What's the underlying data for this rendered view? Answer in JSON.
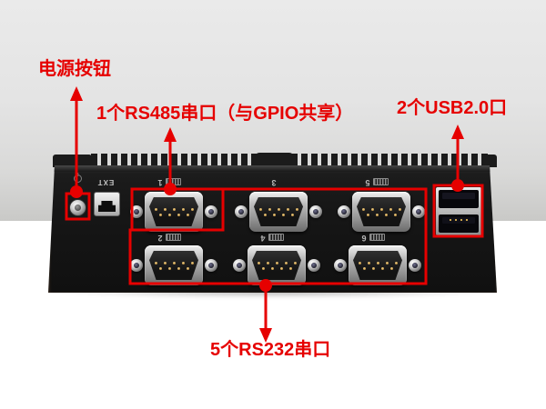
{
  "annotations": {
    "power": "电源按钮",
    "rs485": "1个RS485串口（与GPIO共享）",
    "usb": "2个USB2.0口",
    "rs232": "5个RS232串口"
  },
  "device": {
    "ext_label": "EXT",
    "ports": [
      {
        "label": "1"
      },
      {
        "label": "2"
      },
      {
        "label": "3"
      },
      {
        "label": "4"
      },
      {
        "label": "5"
      },
      {
        "label": "6"
      }
    ]
  },
  "icons": {
    "power": "power-icon",
    "dip_switch": "dip-switch-icon"
  },
  "colors": {
    "annotation_red": "#e60000",
    "backdrop_gray_top": "#eaeaea",
    "backdrop_gray_bottom": "#c9c9c7",
    "device_black": "#151515",
    "pin_gold": "#c9a24a"
  }
}
